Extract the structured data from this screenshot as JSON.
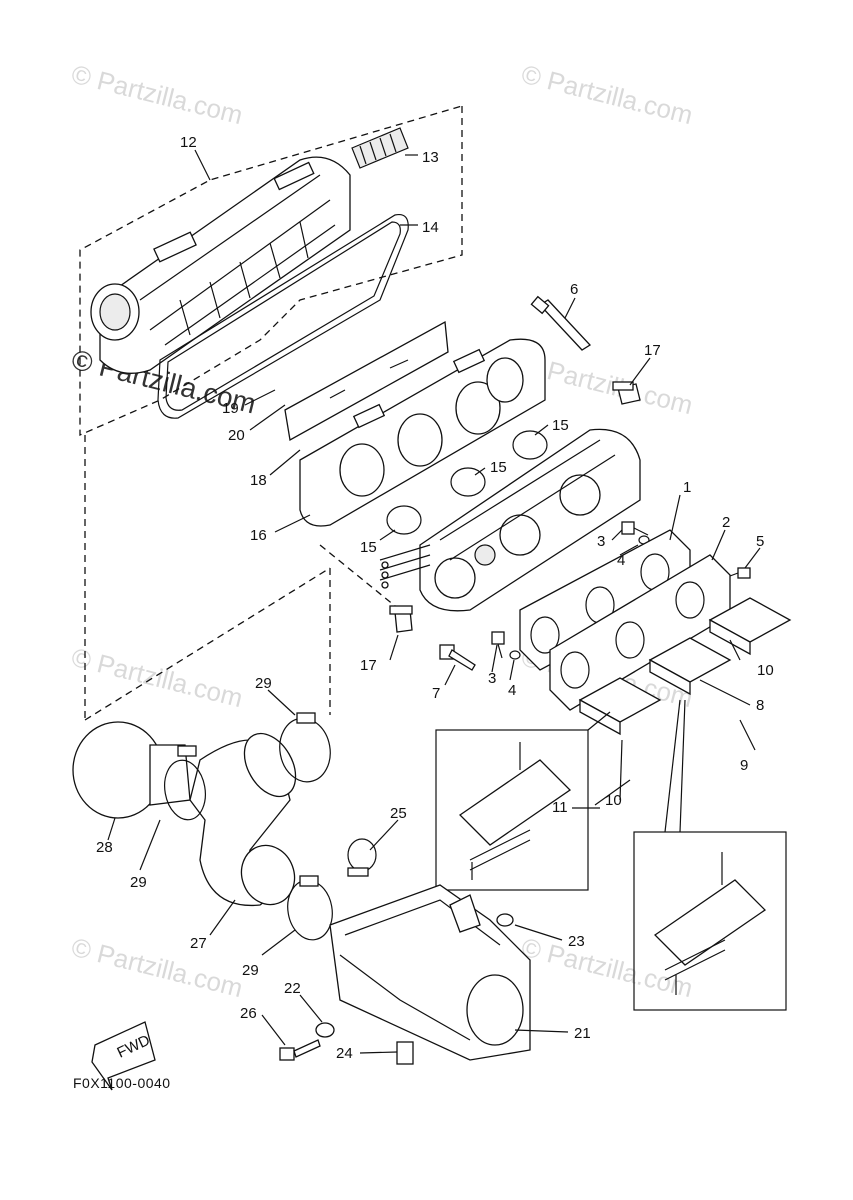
{
  "watermark": {
    "text": "© Partzilla.com",
    "prominent_text": "© Partzilla.com"
  },
  "figure_code": "F0X1100-0040",
  "fwd_label": "FWD",
  "callouts": [
    "1",
    "2",
    "3",
    "4",
    "5",
    "6",
    "7",
    "8",
    "9",
    "10",
    "11",
    "12",
    "13",
    "14",
    "15",
    "16",
    "17",
    "18",
    "19",
    "20",
    "21",
    "22",
    "23",
    "24",
    "25",
    "26",
    "27",
    "28",
    "29"
  ],
  "labels": {
    "l1": "1",
    "l2": "2",
    "l3a": "3",
    "l3b": "3",
    "l4a": "4",
    "l4b": "4",
    "l5": "5",
    "l6": "6",
    "l7": "7",
    "l8": "8",
    "l9": "9",
    "l10a": "10",
    "l10b": "10",
    "l11": "11",
    "l12": "12",
    "l13": "13",
    "l14": "14",
    "l15a": "15",
    "l15b": "15",
    "l15c": "15",
    "l16": "16",
    "l17a": "17",
    "l17b": "17",
    "l18": "18",
    "l19": "19",
    "l20": "20",
    "l21": "21",
    "l22": "22",
    "l23": "23",
    "l24": "24",
    "l25": "25",
    "l26": "26",
    "l27": "27",
    "l28": "28",
    "l29a": "29",
    "l29b": "29",
    "l29c": "29"
  }
}
